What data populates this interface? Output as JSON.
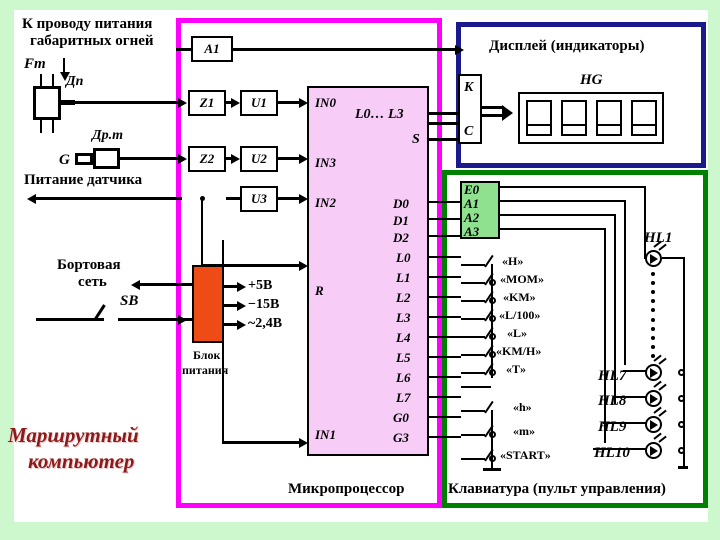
{
  "page": {
    "background_color": "#cdf7cd",
    "paper_color": "#ffffff",
    "title": "Маршрутный компьютер",
    "title_line1": "Маршрутный",
    "title_line2": "компьютер",
    "title_color": "#8b1a1a"
  },
  "frames": {
    "microprocessor": {
      "label": "Микропроцессор",
      "color": "#ff00ff"
    },
    "keyboard": {
      "label": "Клавиатура (пульт управления)",
      "color": "#008000"
    },
    "display": {
      "label": "Дисплей (индикаторы)",
      "color": "#1a1a8c"
    }
  },
  "left_section": {
    "headlight_note_line1": "К проводу питания",
    "headlight_note_line2": "габаритных огней",
    "fuel_flow_label": "Fт",
    "fuel_sensor_label": "Дп",
    "speed_sensor_label": "Др.т",
    "generator_label": "G",
    "sensor_power_label": "Питание датчика",
    "onboard_net_line1": "Бортовая",
    "onboard_net_line2": "сеть",
    "switch_label": "SB"
  },
  "signal_blocks": [
    {
      "name": "A1"
    },
    {
      "name": "Z1"
    },
    {
      "name": "U1"
    },
    {
      "name": "Z2"
    },
    {
      "name": "U2"
    },
    {
      "name": "U3"
    }
  ],
  "power_supply": {
    "label_line1": "Блок",
    "label_line2": "питания",
    "color": "#ee4b16",
    "outputs": [
      "+5В",
      "−15В",
      "~2,4В"
    ]
  },
  "microprocessor": {
    "color": "#f7cdf7",
    "inputs_left": [
      "IN0",
      "IN3",
      "IN2",
      "R",
      "IN1"
    ],
    "outputs_top": [
      "L0… L3",
      "S"
    ],
    "outputs_right": [
      "D0",
      "D1",
      "D2",
      "L0",
      "L1",
      "L2",
      "L3",
      "L4",
      "L5",
      "L6",
      "L7",
      "G0",
      "G3"
    ]
  },
  "display": {
    "title": "Дисплей (индикаторы)",
    "driver_pins": [
      "K",
      "C"
    ],
    "indicator_label": "HG",
    "digit_count": 4
  },
  "keyboard": {
    "title": "Клавиатура (пульт управления)",
    "chip_pins": [
      "E0",
      "A1",
      "A2",
      "A3"
    ],
    "chip_color": "#8fe08f",
    "keys_group1": [
      "«H»",
      "«MOM»",
      "«KM»",
      "«L/100»",
      "«L»",
      "«KM/H»",
      "«T»"
    ],
    "keys_group2": [
      "«h»",
      "«m»",
      "«START»"
    ]
  },
  "lamps": {
    "items": [
      "HL1",
      "HL7",
      "HL8",
      "HL9",
      "HL10"
    ],
    "ellipsis_between": "HL1 … HL7"
  }
}
